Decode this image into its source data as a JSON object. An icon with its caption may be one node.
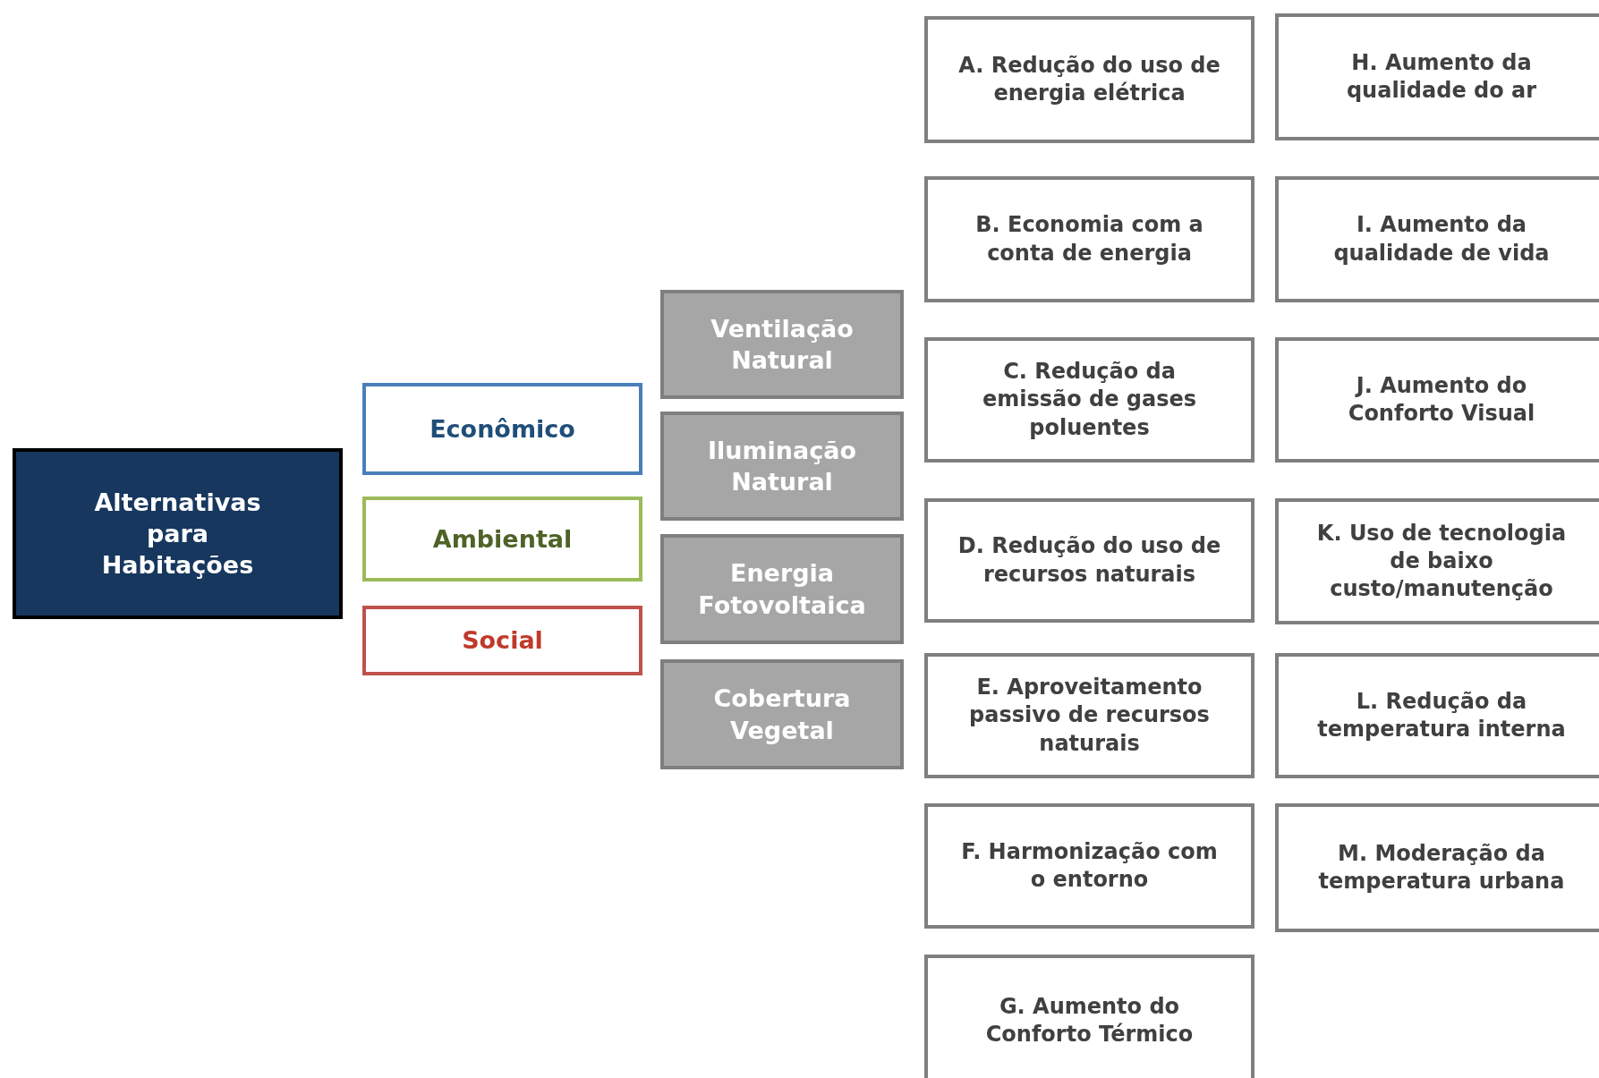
{
  "diagram": {
    "nodes": [
      {
        "text": [
          "Alternativas para Habitações"
        ]
      },
      {
        "text": [
          "Econômico"
        ]
      },
      {
        "text": [
          "Ambiental"
        ]
      },
      {
        "text": [
          "Social"
        ]
      },
      {
        "text": [
          "Ventilação Natural"
        ]
      },
      {
        "text": [
          "Iluminação Natural"
        ]
      },
      {
        "text": [
          "Energia Fotovoltaica"
        ]
      },
      {
        "text": [
          "Cobertura Vegetal"
        ]
      },
      {
        "text": [
          "A. Redução do uso de energia elétrica"
        ]
      },
      {
        "text": [
          "H. Aumento da qualidade do ar"
        ]
      },
      {
        "text": [
          "B. Economia com a conta de energia"
        ]
      },
      {
        "text": [
          "I. Aumento da qualidade de vida"
        ]
      },
      {
        "text": [
          "C. Redução da emissão de gases poluentes"
        ]
      },
      {
        "text": [
          "J. Aumento do Conforto Visual"
        ]
      },
      {
        "text": [
          "D. Redução do uso de recursos naturais"
        ]
      },
      {
        "text": [
          "K. Uso de tecnologia de baixo custo/manutenção"
        ]
      },
      {
        "text": [
          "E. Aproveitamento passivo de recursos naturais"
        ]
      },
      {
        "text": [
          "L. Redução da temperatura interna"
        ]
      },
      {
        "text": [
          "F. Harmonização com o entorno"
        ]
      },
      {
        "text": [
          "M. Moderação da temperatura urbana"
        ]
      },
      {
        "text": [
          "G. Aumento do Conforto Térmico"
        ]
      }
    ],
    "edges": []
  }
}
